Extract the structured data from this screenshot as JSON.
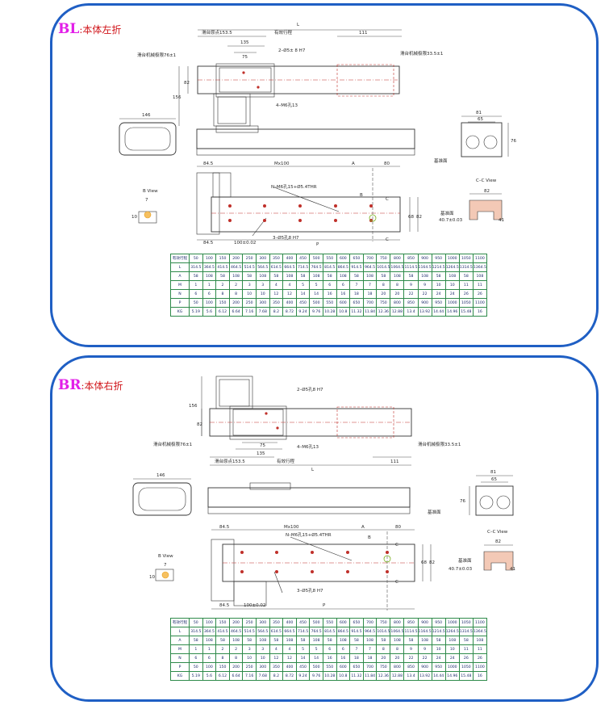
{
  "panels": [
    {
      "code": "BL",
      "subtitle": ":本体左折",
      "labels": {
        "L": "L",
        "d1535": "滑台原点153.5",
        "stroke": "有效行程",
        "d111": "111",
        "d135": "135",
        "d75": "75",
        "pin": "2–Ø5± 8 H7",
        "motor_left": "滑台机械极限76±1",
        "motor_right": "滑台机械极限33.5±1",
        "d82": "82",
        "d156": "156",
        "tap": "4–M6孔13",
        "d146": "146",
        "d81": "81",
        "d65": "65",
        "d76": "76",
        "ref_face": "基准面",
        "d845": "84.5",
        "mx100": "Mx100",
        "A": "A",
        "d80": "80",
        "nholes": "N–M6孔15+Ø5.4THR",
        "B": "B",
        "C": "C",
        "bview": "B View",
        "d7": "7",
        "d10": "10",
        "d68": "68",
        "d100": "100±0.02",
        "pin2": "3–Ø5孔8 H7",
        "P": "P",
        "ccview": "C–C View",
        "ref2": "基准面",
        "d407": "40.7±0.03",
        "d41": "41"
      }
    },
    {
      "code": "BR",
      "subtitle": ":本体右折",
      "labels": {
        "L": "L",
        "d1535": "滑台原点153.5",
        "stroke": "有效行程",
        "d111": "111",
        "d135": "135",
        "d75": "75",
        "pin": "2–Ø5孔8 H7",
        "motor_left": "滑台机械极限76±1",
        "motor_right": "滑台机械极限33.5±1",
        "d82": "82",
        "d156": "156",
        "tap": "4–M6孔13",
        "d146": "146",
        "d81": "81",
        "d65": "65",
        "d76": "76",
        "ref_face": "基准面",
        "d845": "84.5",
        "mx100": "Mx100",
        "A": "A",
        "d80": "80",
        "nholes": "N–M6孔15+Ø5.4THR",
        "B": "B",
        "C": "C",
        "bview": "B View",
        "d7": "7",
        "d10": "10",
        "d68": "68",
        "d100": "100±0.02",
        "pin2": "3–Ø5孔8 H7",
        "P": "P",
        "ccview": "C–C View",
        "ref2": "基准面",
        "d407": "40.7±0.03",
        "d41": "41"
      }
    }
  ],
  "spec_table": {
    "header": "有效行程",
    "strokes": [
      "50",
      "100",
      "150",
      "200",
      "250",
      "300",
      "350",
      "400",
      "450",
      "500",
      "550",
      "600",
      "650",
      "700",
      "750",
      "800",
      "850",
      "900",
      "950",
      "1000",
      "1050",
      "1100"
    ],
    "rows": [
      {
        "label": "L",
        "values": [
          "314.5",
          "364.5",
          "414.5",
          "464.5",
          "514.5",
          "564.5",
          "614.5",
          "664.5",
          "714.5",
          "764.5",
          "814.5",
          "864.5",
          "914.5",
          "964.5",
          "1014.5",
          "1064.5",
          "1114.5",
          "1164.5",
          "1214.5",
          "1264.5",
          "1314.5",
          "1364.5"
        ]
      },
      {
        "label": "A",
        "values": [
          "58",
          "108",
          "58",
          "108",
          "58",
          "108",
          "58",
          "108",
          "58",
          "108",
          "58",
          "108",
          "58",
          "108",
          "58",
          "108",
          "58",
          "108",
          "58",
          "108",
          "58",
          "108"
        ]
      },
      {
        "label": "M",
        "values": [
          "1",
          "1",
          "2",
          "2",
          "3",
          "3",
          "4",
          "4",
          "5",
          "5",
          "6",
          "6",
          "7",
          "7",
          "8",
          "8",
          "9",
          "9",
          "10",
          "10",
          "11",
          "11"
        ]
      },
      {
        "label": "N",
        "values": [
          "6",
          "6",
          "8",
          "8",
          "10",
          "10",
          "12",
          "12",
          "14",
          "14",
          "16",
          "16",
          "18",
          "18",
          "20",
          "20",
          "22",
          "22",
          "24",
          "24",
          "26",
          "26"
        ]
      },
      {
        "label": "P",
        "values": [
          "50",
          "100",
          "150",
          "200",
          "250",
          "300",
          "350",
          "400",
          "450",
          "500",
          "550",
          "600",
          "650",
          "700",
          "750",
          "800",
          "850",
          "900",
          "950",
          "1000",
          "1050",
          "1100"
        ]
      },
      {
        "label": "KG",
        "values": [
          "5.19",
          "5.6",
          "6.12",
          "6.64",
          "7.16",
          "7.68",
          "8.2",
          "8.72",
          "9.24",
          "9.76",
          "10.28",
          "10.8",
          "11.32",
          "11.84",
          "12.36",
          "12.88",
          "13.4",
          "13.92",
          "14.44",
          "14.96",
          "15.48",
          "16"
        ]
      }
    ]
  }
}
